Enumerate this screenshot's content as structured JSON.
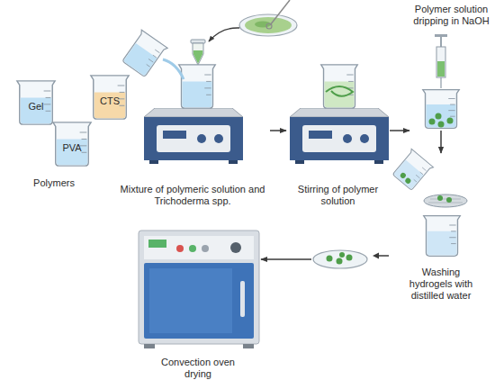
{
  "diagram": {
    "nodes": [
      {
        "text": [
          "Gel"
        ]
      },
      {
        "text": [
          "CTS"
        ]
      },
      {
        "text": [
          "PVA"
        ]
      },
      {
        "text": [
          "Mixture of polymeric solution and Trichoderma spp."
        ]
      },
      {
        "text": [
          "Stirring of polymer solution"
        ]
      },
      {
        "text": [
          "Polymer solution dripping in NaOH"
        ]
      },
      {
        "text": [
          "Washing hydrogels with distilled water"
        ]
      },
      {
        "text": [
          "Convection oven drying"
        ]
      }
    ],
    "edges": [
      {
        "from": 3,
        "to": 4,
        "arrow": "to"
      },
      {
        "from": 4,
        "to": 5,
        "arrow": "to"
      },
      {
        "from": 5,
        "to": 6,
        "arrow": "to"
      },
      {
        "from": 6,
        "to": 7,
        "arrow": "to"
      }
    ],
    "labels": [
      "Polymers"
    ]
  }
}
